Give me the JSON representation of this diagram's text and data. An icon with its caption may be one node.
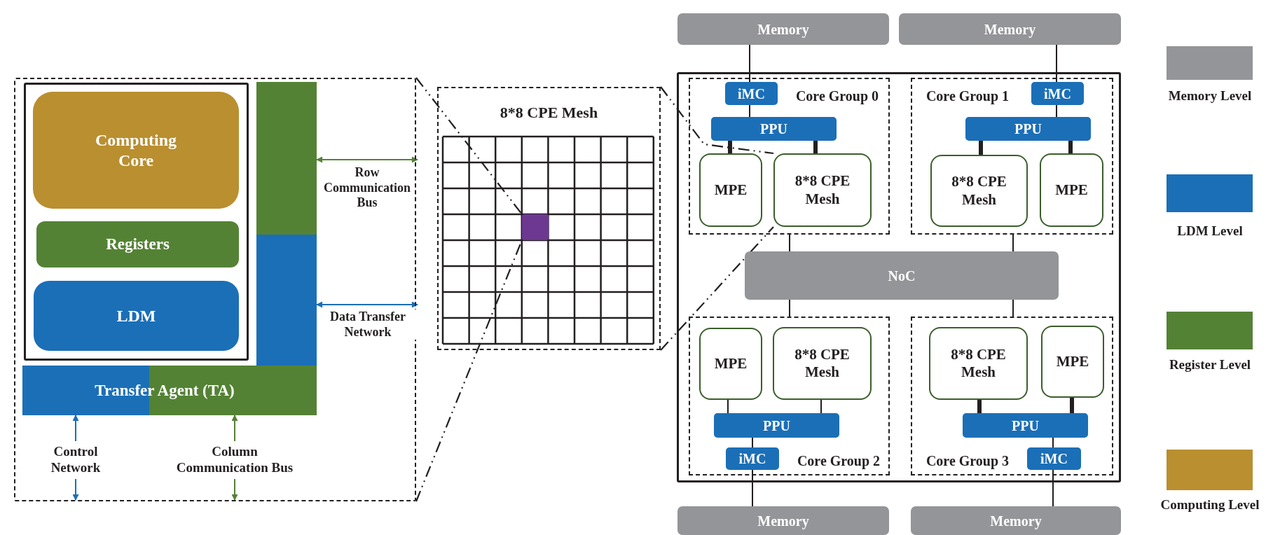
{
  "diagram": {
    "nodes": [
      {
        "text": [],
        "shape": "box"
      },
      {
        "text": [],
        "shape": "box",
        "in": 0
      },
      {
        "text": [
          "Computing Core"
        ],
        "in": 1
      },
      {
        "text": [
          "Registers"
        ],
        "in": 1
      },
      {
        "text": [
          "LDM"
        ],
        "in": 1
      },
      {
        "text": [],
        "shape": "bar",
        "in": 0
      },
      {
        "text": [],
        "shape": "bar",
        "in": 0
      },
      {
        "text": [
          "Transfer Agent (TA)"
        ],
        "in": 0
      },
      {
        "text": [
          "Control Network"
        ],
        "in": 0
      },
      {
        "text": [
          "Column Communication Bus"
        ],
        "in": 0
      },
      {
        "text": [
          "8*8 CPE Mesh"
        ]
      },
      {
        "text": [],
        "shape": "box",
        "in": 10
      },
      {
        "text": [
          "Memory"
        ]
      },
      {
        "text": [
          "Memory"
        ]
      },
      {
        "text": [],
        "shape": "box"
      },
      {
        "text": [
          "Core Group 0"
        ],
        "in": 14
      },
      {
        "text": [
          "iMC"
        ],
        "in": 15
      },
      {
        "text": [
          "PPU"
        ],
        "in": 15
      },
      {
        "text": [
          "MPE"
        ],
        "in": 15
      },
      {
        "text": [
          "8*8 CPE Mesh"
        ],
        "in": 15
      },
      {
        "text": [
          "Core Group 1"
        ],
        "in": 14
      },
      {
        "text": [
          "iMC"
        ],
        "in": 20
      },
      {
        "text": [
          "PPU"
        ],
        "in": 20
      },
      {
        "text": [
          "8*8 CPE Mesh"
        ],
        "in": 20
      },
      {
        "text": [
          "MPE"
        ],
        "in": 20
      },
      {
        "text": [
          "NoC"
        ],
        "in": 14
      },
      {
        "text": [
          "Core Group 2"
        ],
        "in": 14
      },
      {
        "text": [
          "MPE"
        ],
        "in": 26
      },
      {
        "text": [
          "8*8 CPE Mesh"
        ],
        "in": 26
      },
      {
        "text": [
          "PPU"
        ],
        "in": 26
      },
      {
        "text": [
          "iMC"
        ],
        "in": 26
      },
      {
        "text": [
          "Core Group 3"
        ],
        "in": 14
      },
      {
        "text": [
          "8*8 CPE Mesh"
        ],
        "in": 31
      },
      {
        "text": [
          "MPE"
        ],
        "in": 31
      },
      {
        "text": [
          "PPU"
        ],
        "in": 31
      },
      {
        "text": [
          "iMC"
        ],
        "in": 31
      },
      {
        "text": [
          "Memory"
        ]
      },
      {
        "text": [
          "Memory"
        ]
      }
    ],
    "edges": [
      {
        "from": 5,
        "to": null,
        "arrow": "both",
        "label": "Row Communication Bus",
        "color": "#548235"
      },
      {
        "from": 6,
        "to": null,
        "arrow": "both",
        "label": "Data Transfer Network",
        "color": "#1b6fb7"
      },
      {
        "from": 8,
        "to": 7,
        "arrow": "to",
        "color": "#1b6fb7"
      },
      {
        "from": 8,
        "to": null,
        "arrow": "to",
        "color": "#1b6fb7"
      },
      {
        "from": 9,
        "to": 7,
        "arrow": "to",
        "color": "#548235"
      },
      {
        "from": 9,
        "to": null,
        "arrow": "to",
        "color": "#548235"
      },
      {
        "from": 0,
        "to": 11,
        "arrow": "none",
        "style": "dashed"
      },
      {
        "from": 0,
        "to": 11,
        "arrow": "none",
        "style": "dashed"
      },
      {
        "from": 10,
        "to": 19,
        "arrow": "none",
        "style": "dashed"
      },
      {
        "from": 10,
        "to": 19,
        "arrow": "none",
        "style": "dashed"
      },
      {
        "from": 12,
        "to": 16,
        "arrow": "none"
      },
      {
        "from": 16,
        "to": 17,
        "arrow": "none"
      },
      {
        "from": 17,
        "to": 18,
        "arrow": "none",
        "style": "thick"
      },
      {
        "from": 17,
        "to": 19,
        "arrow": "none",
        "style": "thick"
      },
      {
        "from": 13,
        "to": 21,
        "arrow": "none"
      },
      {
        "from": 21,
        "to": 22,
        "arrow": "none"
      },
      {
        "from": 22,
        "to": 23,
        "arrow": "none",
        "style": "thick"
      },
      {
        "from": 22,
        "to": 24,
        "arrow": "none",
        "style": "thick"
      },
      {
        "from": 15,
        "to": 25,
        "arrow": "none"
      },
      {
        "from": 20,
        "to": 25,
        "arrow": "none"
      },
      {
        "from": 25,
        "to": 26,
        "arrow": "none"
      },
      {
        "from": 25,
        "to": 31,
        "arrow": "none"
      },
      {
        "from": 27,
        "to": 29,
        "arrow": "none"
      },
      {
        "from": 28,
        "to": 29,
        "arrow": "none"
      },
      {
        "from": 29,
        "to": 30,
        "arrow": "none"
      },
      {
        "from": 30,
        "to": 36,
        "arrow": "none"
      },
      {
        "from": 32,
        "to": 34,
        "arrow": "none",
        "style": "thick"
      },
      {
        "from": 33,
        "to": 34,
        "arrow": "none",
        "style": "thick"
      },
      {
        "from": 34,
        "to": 35,
        "arrow": "none"
      },
      {
        "from": 35,
        "to": 37,
        "arrow": "none"
      }
    ],
    "legend": [
      {
        "text": "Memory Level",
        "color": "#939598"
      },
      {
        "text": "LDM Level",
        "color": "#1b6fb7"
      },
      {
        "text": "Register Level",
        "color": "#548235"
      },
      {
        "text": "Computing Level",
        "color": "#b98f30"
      }
    ]
  }
}
